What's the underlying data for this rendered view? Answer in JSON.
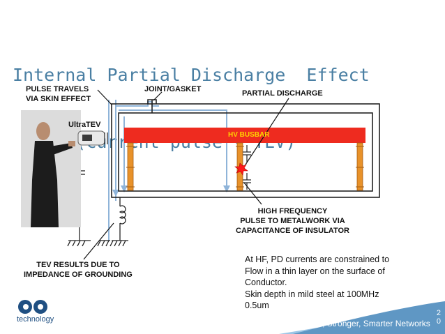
{
  "slide": {
    "title_line1": "Internal Partial Discharge  Effect",
    "title_line2": "     1(current pulse - TEV)"
  },
  "diagram": {
    "labels": {
      "pulse_travels": "PULSE TRAVELS\nVIA SKIN EFFECT",
      "joint_gasket": "JOINT/GASKET",
      "partial_discharge": "PARTIAL DISCHARGE",
      "ultratev": "UltraTEV",
      "hv_busbar": "HV BUSBAR",
      "high_frequency": "HIGH FREQUENCY\nPULSE TO METALWORK VIA\nCAPACITANCE OF INSULATOR",
      "tev_results": "TEV RESULTS DUE TO\nIMPEDANCE OF GROUNDING"
    },
    "note": "At HF, PD currents are constrained to\nFlow in a thin layer on the surface of\nConductor.\nSkin depth in mild steel at 100MHz\n0.5um",
    "colors": {
      "busbar": "#ee2b1f",
      "insulator": "#e8922a",
      "current_path": "#8fb4d9",
      "enclosure": "#222222",
      "spark": "#ff1a1a"
    }
  },
  "footer": {
    "logo_text": "technology",
    "tagline": "Safer, Stronger, Smarter Networks",
    "page_number": "2\n0"
  }
}
